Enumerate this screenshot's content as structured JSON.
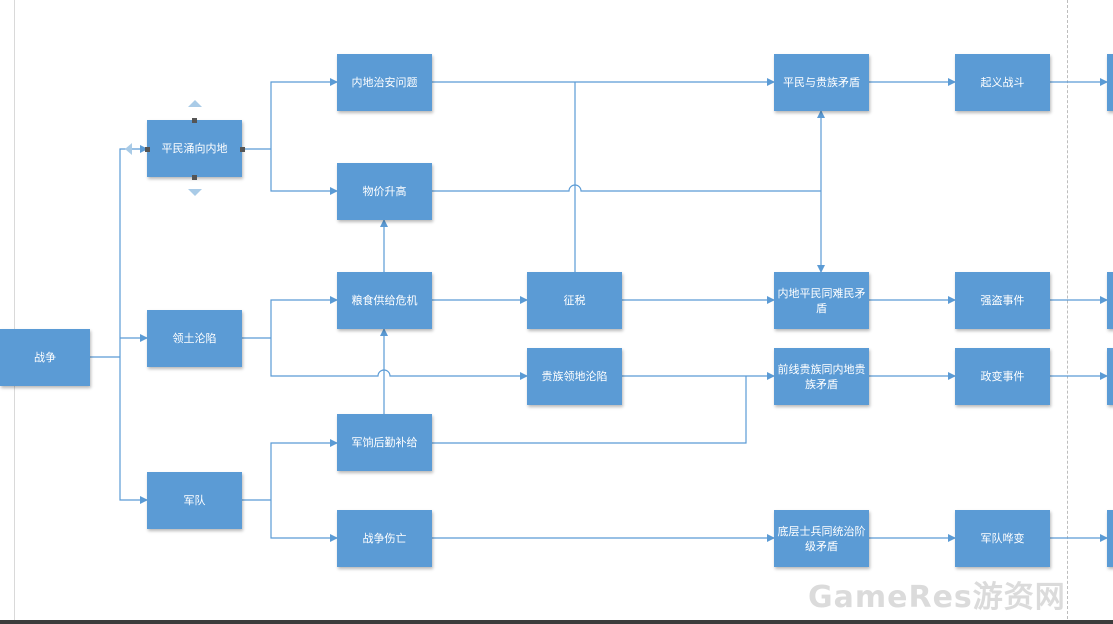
{
  "nodes": {
    "war": "战争",
    "civilians_flood": "平民涌向内地",
    "territory_fall": "领土沦陷",
    "army": "军队",
    "inland_security": "内地治安问题",
    "price_rise": "物价升高",
    "grain_crisis": "粮食供给危机",
    "military_logistics": "军饷后勤补给",
    "war_casualties": "战争伤亡",
    "taxation": "征税",
    "noble_land_fall": "贵族领地沦陷",
    "civilian_noble_conflict": "平民与贵族矛盾",
    "inland_refugee_conflict": "内地平民同难民矛盾",
    "frontline_noble_conflict": "前线贵族同内地贵族矛盾",
    "soldier_ruler_conflict": "底层士兵同统治阶级矛盾",
    "uprising": "起义战斗",
    "bandit_event": "强盗事件",
    "coup_event": "政变事件",
    "army_mutiny": "军队哗变"
  },
  "colors": {
    "node_fill": "#5b9bd5",
    "connector": "#5b9bd5",
    "node_text": "#ffffff"
  },
  "watermark": "GameRes游资网"
}
